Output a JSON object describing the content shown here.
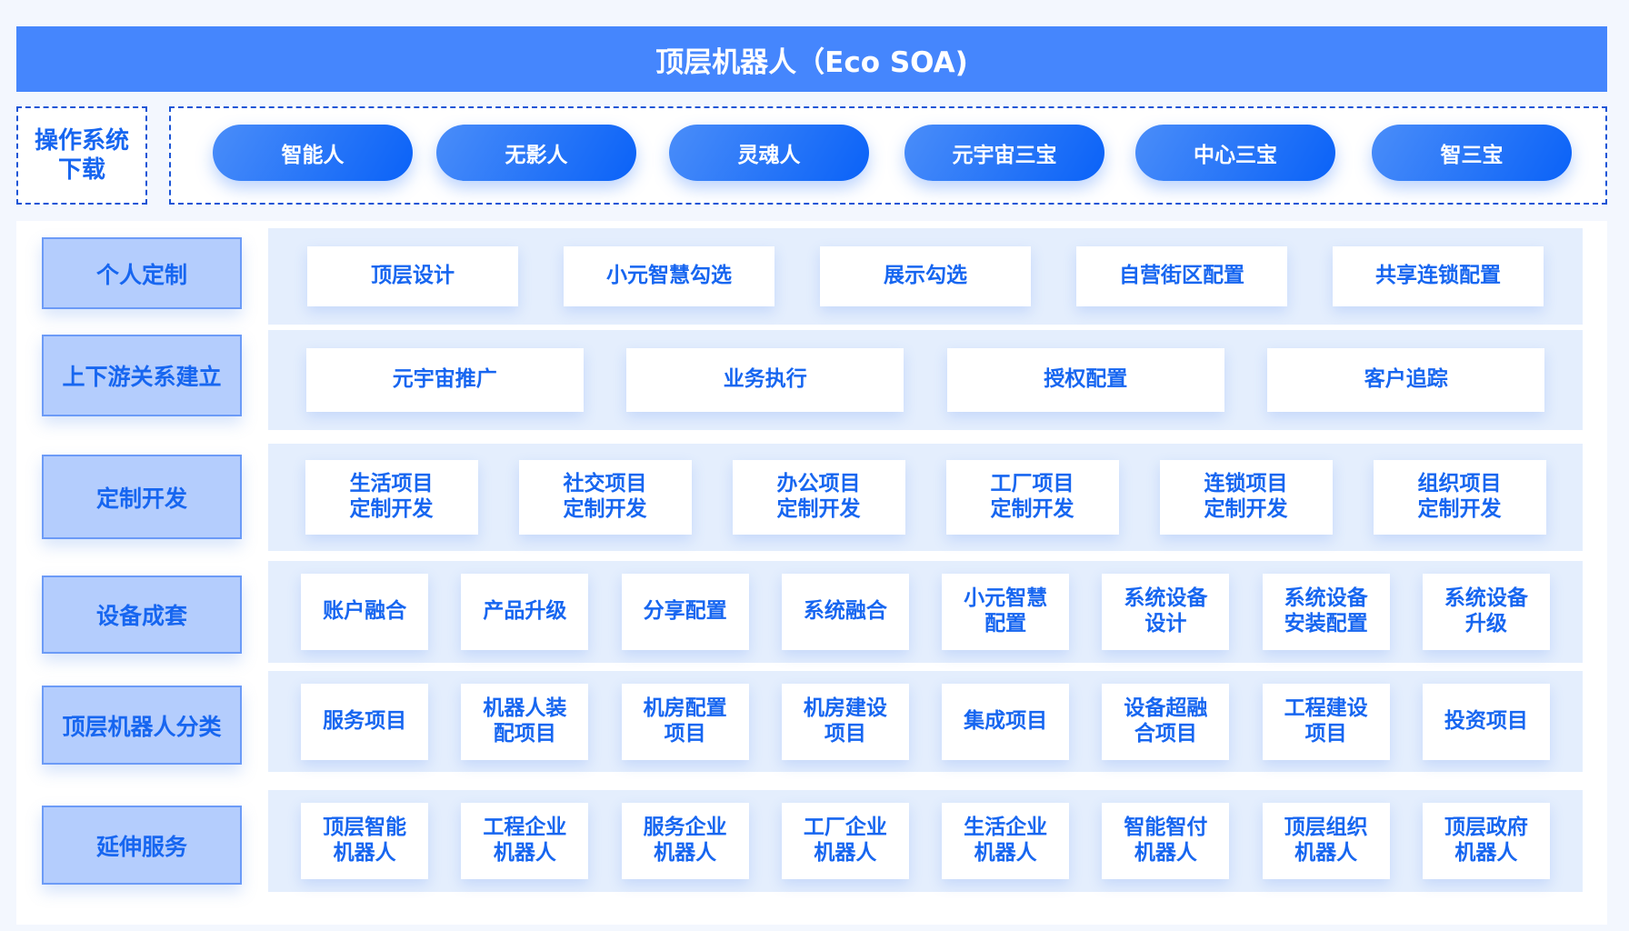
{
  "header": {
    "title": "顶层机器人（Eco SOA)"
  },
  "os_download": "操作系统\n下载",
  "pills": [
    "智能人",
    "无影人",
    "灵魂人",
    "元宇宙三宝",
    "中心三宝",
    "智三宝"
  ],
  "rows": [
    {
      "label": "个人定制",
      "items": [
        "顶层设计",
        "小元智慧勾选",
        "展示勾选",
        "自营街区配置",
        "共享连锁配置"
      ]
    },
    {
      "label": "上下游关系建立",
      "items": [
        "元宇宙推广",
        "业务执行",
        "授权配置",
        "客户追踪"
      ]
    },
    {
      "label": "定制开发",
      "items": [
        "生活项目\n定制开发",
        "社交项目\n定制开发",
        "办公项目\n定制开发",
        "工厂项目\n定制开发",
        "连锁项目\n定制开发",
        "组织项目\n定制开发"
      ]
    },
    {
      "label": "设备成套",
      "items": [
        "账户融合",
        "产品升级",
        "分享配置",
        "系统融合",
        "小元智慧\n配置",
        "系统设备\n设计",
        "系统设备\n安装配置",
        "系统设备\n升级"
      ]
    },
    {
      "label": "顶层机器人分类",
      "items": [
        "服务项目",
        "机器人装\n配项目",
        "机房配置\n项目",
        "机房建设\n项目",
        "集成项目",
        "设备超融\n合项目",
        "工程建设\n项目",
        "投资项目"
      ]
    },
    {
      "label": "延伸服务",
      "items": [
        "顶层智能\n机器人",
        "工程企业\n机器人",
        "服务企业\n机器人",
        "工厂企业\n机器人",
        "生活企业\n机器人",
        "智能智付\n机器人",
        "顶层组织\n机器人",
        "顶层政府\n机器人"
      ]
    }
  ]
}
